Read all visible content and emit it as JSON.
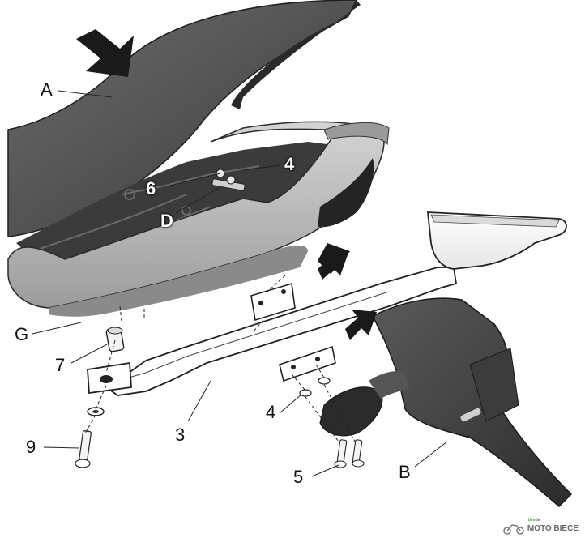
{
  "labels": {
    "A": "A",
    "B": "B",
    "D": "D",
    "G": "G",
    "p3": "3",
    "p4_top": "4",
    "p4_bottom": "4",
    "p5": "5",
    "p6": "6",
    "p7": "7",
    "p9": "9"
  },
  "watermark": {
    "text": "MOTO BIECE",
    "small": "tienda"
  },
  "colors": {
    "seat": "#5a5a5a",
    "seat_dark": "#2f2f2f",
    "cowl": "#b9b9b9",
    "cowl_light": "#d8d8d8",
    "frame": "#3a3a3a",
    "rack": "#ffffff",
    "rack_outline": "#222222",
    "hugger": "#4c4c4c",
    "arrow": "#1a1a1a"
  }
}
